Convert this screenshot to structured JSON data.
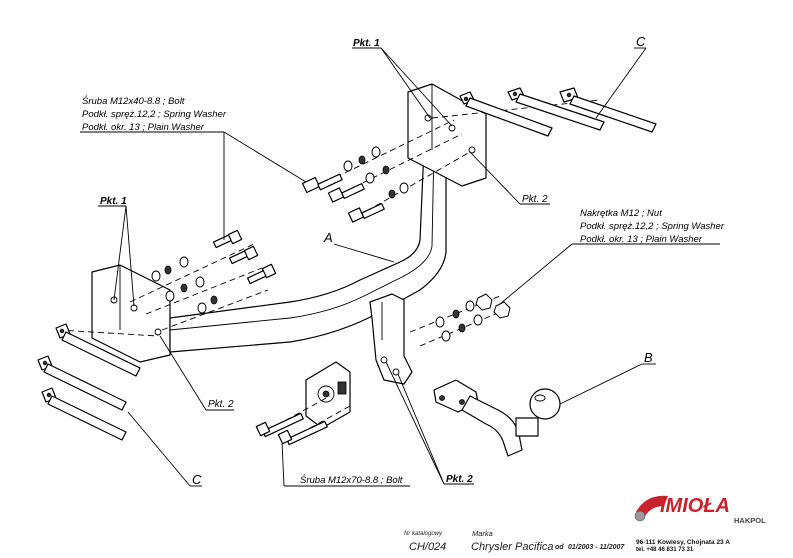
{
  "labels": {
    "pkt1_top": "Pkt. 1",
    "pkt1_left": "Pkt. 1",
    "pkt2_right": "Pkt. 2",
    "pkt2_left": "Pkt. 2",
    "pkt2_bottom": "Pkt. 2",
    "part_a": "A",
    "part_b": "B",
    "part_c_top": "C",
    "part_c_bottom": "C"
  },
  "bolt_spec_top": [
    "Śruba M12x40-8.8 ;  Bolt",
    "Podkł. spręż.12,2 ; Spring Washer",
    "Podkł. okr. 13 ; Plain Washer"
  ],
  "nut_spec": [
    "Nakrętka  M12 ; Nut",
    "Podkł. spręż.12,2 ; Spring Washer",
    "Podkł. okr. 13 ; Plain Washer"
  ],
  "bolt_spec_bottom": "Śruba M12x70-8.8 ;  Bolt",
  "footer": {
    "catalog_label": "Nr katalogowy",
    "catalog_value": "CH/024",
    "brand_label": "Marka",
    "brand_value": "Chrysler Pacifica",
    "date_prefix": "od",
    "date_value": "01/2003 - 11/2007",
    "logo_name": "IMIOŁA",
    "logo_sub": "HAKPOL",
    "address": "96-111 Kowiesy, Chojnata 23 A",
    "phone": "tel. +48 46 831 73 31"
  },
  "colors": {
    "logo_red": "#c8232c",
    "ink": "#000000"
  }
}
